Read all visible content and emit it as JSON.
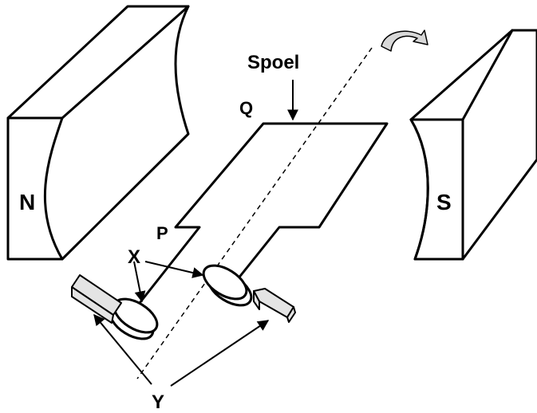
{
  "labels": {
    "coil": "Spoel",
    "north_pole": "N",
    "south_pole": "S",
    "point_p": "P",
    "point_q": "Q",
    "slip_rings": "X",
    "brushes": "Y"
  },
  "icons": {
    "rotation_arrow": "curved-rotation-arrow-icon"
  },
  "colors": {
    "ink": "#000000",
    "background": "#ffffff",
    "brush_fill": "#e4e4e4"
  }
}
